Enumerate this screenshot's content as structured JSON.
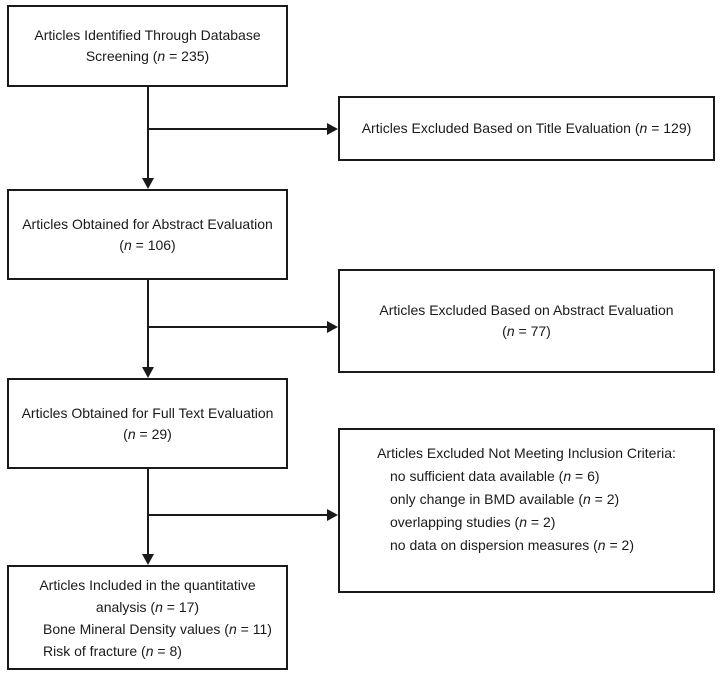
{
  "colors": {
    "ink": "#1a1a1a",
    "background": "#ffffff"
  },
  "boxes": {
    "identified": {
      "line1": "Articles Identified Through Database",
      "line2": "Screening (n = 235)"
    },
    "excluded_title_eval": {
      "line1": "Articles Excluded Based on Title Evaluation (n = 129)"
    },
    "abstract_eval": {
      "line1": "Articles Obtained for Abstract Evaluation",
      "line2": "(n = 106)"
    },
    "excluded_abstract_eval": {
      "line1": "Articles Excluded Based on Abstract Evaluation",
      "line2": "(n = 77)"
    },
    "full_text_eval": {
      "line1": "Articles Obtained for Full Text Evaluation",
      "line2": "(n = 29)"
    },
    "excluded_inclusion_criteria": {
      "title": "Articles Excluded Not Meeting Inclusion Criteria:",
      "items": [
        "no sufficient data available (n = 6)",
        "only change in BMD available (n = 2)",
        "overlapping studies (n = 2)",
        "no data on dispersion measures (n = 2)"
      ]
    },
    "included_quantitative": {
      "line1": "Articles Included in the quantitative",
      "line2": "analysis (n = 17)",
      "items": [
        "Bone Mineral Density values (n = 11)",
        "Risk of fracture (n = 8)"
      ]
    }
  }
}
